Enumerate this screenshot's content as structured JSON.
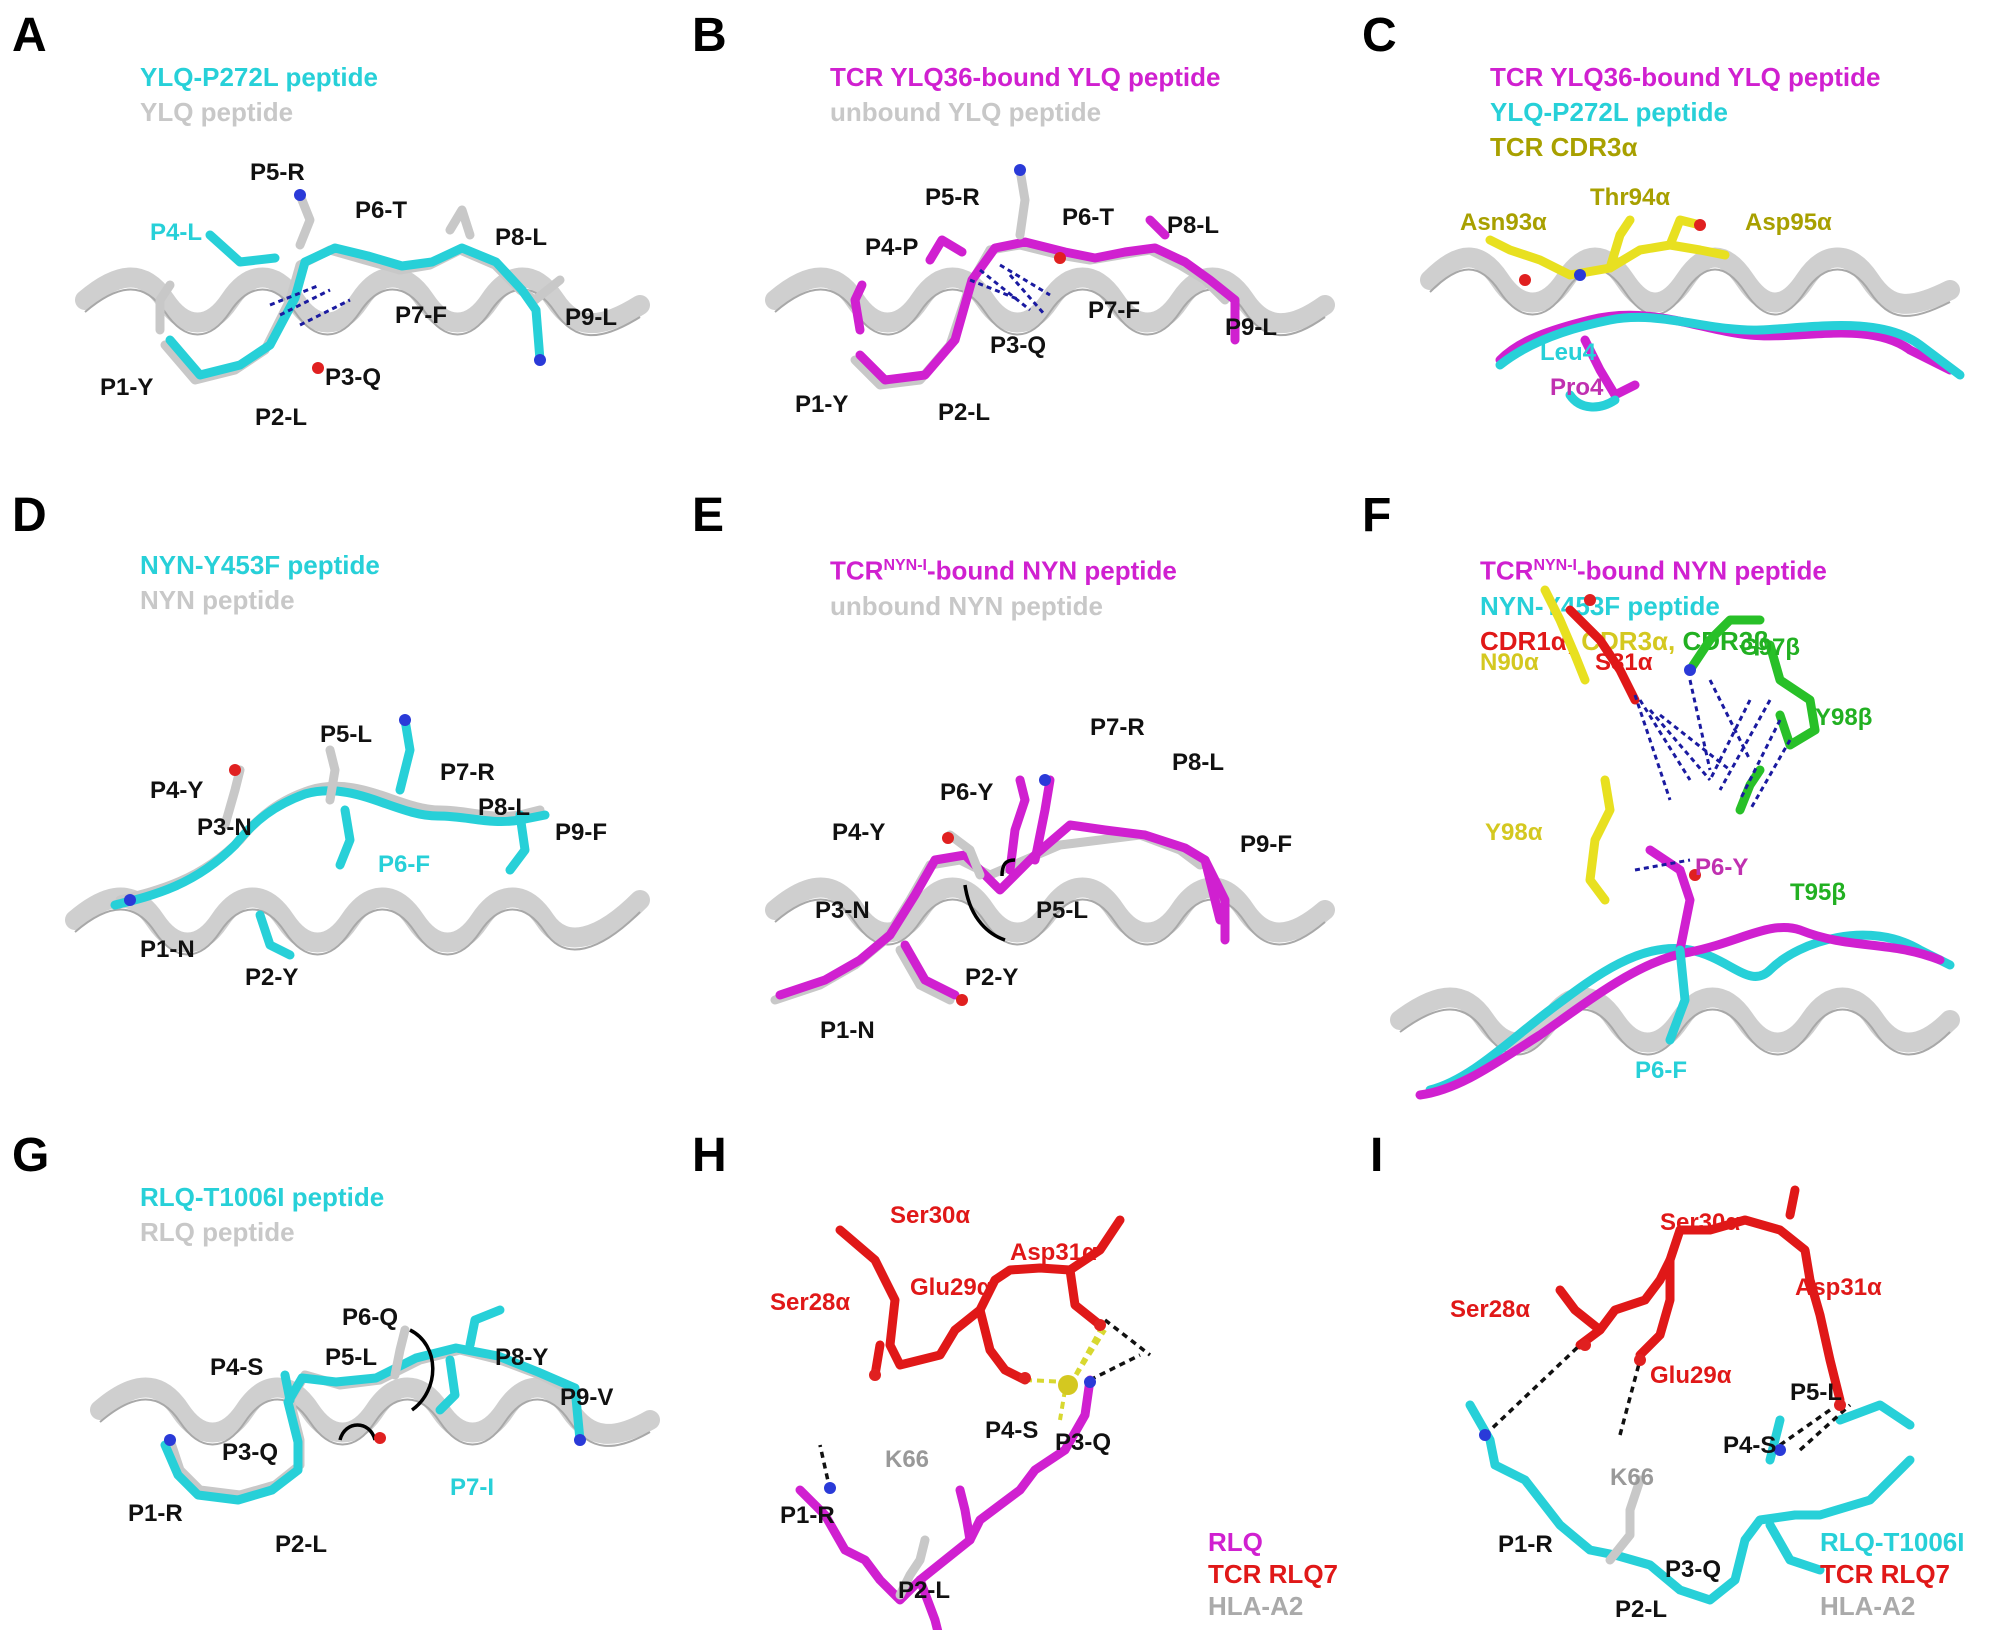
{
  "panels": {
    "A": {
      "letter": "A",
      "legend": [
        "YLQ-P272L peptide",
        "YLQ peptide"
      ],
      "residues": [
        "P1-Y",
        "P2-L",
        "P3-Q",
        "P4-L",
        "P5-R",
        "P6-T",
        "P7-F",
        "P8-L",
        "P9-L"
      ]
    },
    "B": {
      "letter": "B",
      "legend": [
        "TCR YLQ36-bound YLQ peptide",
        "unbound YLQ peptide"
      ],
      "residues": [
        "P1-Y",
        "P2-L",
        "P3-Q",
        "P4-P",
        "P5-R",
        "P6-T",
        "P7-F",
        "P8-L",
        "P9-L"
      ]
    },
    "C": {
      "letter": "C",
      "legend": [
        "TCR YLQ36-bound YLQ peptide",
        "YLQ-P272L peptide",
        "TCR CDR3α"
      ],
      "labels": [
        "Asn93α",
        "Thr94α",
        "Asp95α",
        "Leu4",
        "Pro4"
      ]
    },
    "D": {
      "letter": "D",
      "legend": [
        "NYN-Y453F peptide",
        "NYN peptide"
      ],
      "residues": [
        "P1-N",
        "P2-Y",
        "P3-N",
        "P4-Y",
        "P5-L",
        "P6-F",
        "P7-R",
        "P8-L",
        "P9-F"
      ]
    },
    "E": {
      "letter": "E",
      "legend_tcr": "TCR",
      "legend_sup": "NYN-I",
      "legend_rest": "-bound NYN peptide",
      "legend_2": "unbound NYN peptide",
      "residues": [
        "P1-N",
        "P2-Y",
        "P3-N",
        "P4-Y",
        "P5-L",
        "P6-Y",
        "P7-R",
        "P8-L",
        "P9-F"
      ]
    },
    "F": {
      "letter": "F",
      "legend_tcr": "TCR",
      "legend_sup": "NYN-I",
      "legend_rest": "-bound NYN peptide",
      "legend_2": "NYN-Y453F peptide",
      "legend_cdr1a": "CDR1α,",
      "legend_cdr3a": "CDR3α,",
      "legend_cdr3b": "CDR3β",
      "labels": [
        "N90α",
        "S31α",
        "G97β",
        "Y98β",
        "Y98α",
        "P6-Y",
        "T95β",
        "P6-F"
      ]
    },
    "G": {
      "letter": "G",
      "legend": [
        "RLQ-T1006I peptide",
        "RLQ peptide"
      ],
      "residues": [
        "P1-R",
        "P2-L",
        "P3-Q",
        "P4-S",
        "P5-L",
        "P6-Q",
        "P7-I",
        "P8-Y",
        "P9-V"
      ]
    },
    "H": {
      "letter": "H",
      "labels": [
        "Ser30α",
        "Asp31α",
        "Ser28α",
        "Glu29α",
        "K66",
        "P4-S",
        "P3-Q",
        "P1-R",
        "P2-L"
      ],
      "legend": [
        "RLQ",
        "TCR RLQ7",
        "HLA-A2"
      ]
    },
    "I": {
      "letter": "I",
      "labels": [
        "Ser30α",
        "Asp31α",
        "Ser28α",
        "Glu29α",
        "P5-L",
        "P4-S",
        "K66",
        "P1-R",
        "P3-Q",
        "P2-L"
      ],
      "legend": [
        "RLQ-T1006I",
        "TCR RLQ7",
        "HLA-A2"
      ]
    }
  },
  "colors": {
    "cyan": "#27d0d8",
    "gray": "#c8c8c8",
    "magenta": "#d020d0",
    "olive": "#a8a000",
    "red": "#e01818",
    "yellow": "#d4c820",
    "green": "#22b022",
    "black": "#111111"
  }
}
